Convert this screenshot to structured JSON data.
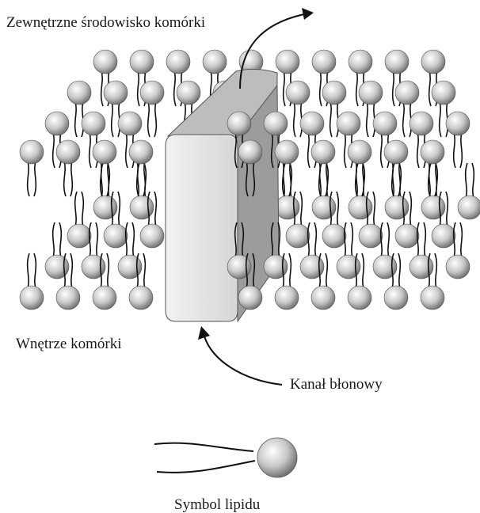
{
  "labels": {
    "outside": "Zewnętrzne środowisko komórki",
    "inside": "Wnętrze komórki",
    "channel": "Kanał błonowy",
    "legend": "Symbol lipidu"
  },
  "colors": {
    "head_light": "#ffffff",
    "head_mid": "#c8c8c8",
    "head_dark": "#6e6e6e",
    "tail": "#111111",
    "channel_front": "#e3e3e3",
    "channel_top": "#bdbdbd",
    "channel_side": "#9c9c9c",
    "outline": "#444444"
  },
  "icons": {
    "lipid": "phospholipid-icon",
    "arrow": "curved-arrow-icon"
  }
}
